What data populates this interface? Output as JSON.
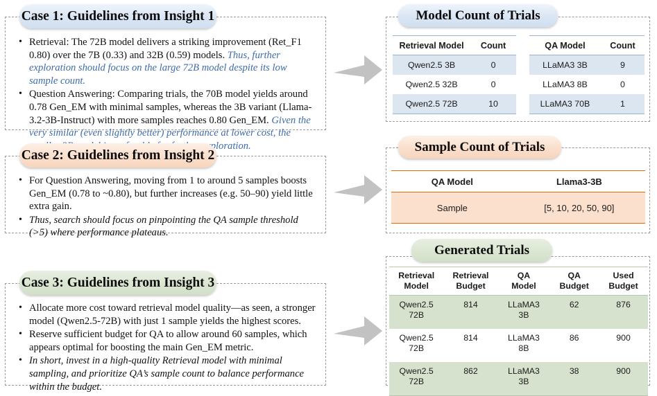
{
  "cases": [
    {
      "title": "Case 1: Guidelines from Insight 1",
      "bullets": [
        {
          "lead": "Retrieval: The 72B model delivers a striking improvement (Ret_F1 0.80) over the 7B (0.33) and 32B (0.59) models. ",
          "emph": "Thus, further exploration should focus on the large 72B model despite its low sample count."
        },
        {
          "lead": "Question Answering: Comparing trials, the 70B model yields around 0.78 Gen_EM with minimal samples, whereas the 3B variant (Llama-3.2-3B-Instruct) with more samples reaches 0.80 Gen_EM. ",
          "emph": "Given the very similar (even slightly better) performance at lower cost, the smaller 3B model is preferable for further exploration."
        }
      ]
    },
    {
      "title": "Case 2: Guidelines from Insight 2",
      "bullets": [
        {
          "lead": "For Question Answering, moving from 1 to around 5 samples boosts Gen_EM (0.78 to ~0.80), but further increases (e.g. 50–90) yield little extra gain.",
          "emph": ""
        },
        {
          "lead": "",
          "emph": "Thus, search should focus on pinpointing the QA sample threshold (>5) where performance plateaus."
        }
      ]
    },
    {
      "title": "Case 3: Guidelines from Insight 3",
      "bullets": [
        {
          "lead": "Allocate more cost toward retrieval model quality—as seen, a stronger model (Qwen2.5-72B) with just 1 sample yields the highest scores.",
          "emph": ""
        },
        {
          "lead": "Reserve sufficient budget for QA to allow around 60 samples, which appears optimal for boosting the main Gen_EM metric.",
          "emph": ""
        },
        {
          "lead": "",
          "emph": "In short, invest in a high-quality Retrieval model with minimal sampling, and prioritize QA’s sample count to balance performance within the budget."
        }
      ]
    }
  ],
  "arrows": [
    {
      "name": "arrow-case1-to-model-count"
    },
    {
      "name": "arrow-case2-to-sample-count"
    },
    {
      "name": "arrow-case3-to-generated-trials"
    }
  ],
  "model_count": {
    "title": "Model Count of Trials",
    "left": {
      "headers": [
        "Retrieval Model",
        "Count"
      ],
      "rows": [
        [
          "Qwen2.5 3B",
          "0"
        ],
        [
          "Qwen2.5 32B",
          "0"
        ],
        [
          "Qwen2.5 72B",
          "10"
        ]
      ]
    },
    "right": {
      "headers": [
        "QA Model",
        "Count"
      ],
      "rows": [
        [
          "LLaMA3 3B",
          "9"
        ],
        [
          "LLaMA3 8B",
          "0"
        ],
        [
          "LLaMA3 70B",
          "1"
        ]
      ]
    }
  },
  "sample_count": {
    "title": "Sample Count of Trials",
    "headers": [
      "QA Model",
      "Llama3-3B"
    ],
    "rows": [
      [
        "Sample",
        "[5, 10, 20, 50, 90]"
      ]
    ]
  },
  "generated_trials": {
    "title": "Generated Trials",
    "headers": [
      {
        "l1": "Retrieval",
        "l2": "Model"
      },
      {
        "l1": "Retrieval",
        "l2": "Budget"
      },
      {
        "l1": "QA",
        "l2": "Model"
      },
      {
        "l1": "QA",
        "l2": "Budget"
      },
      {
        "l1": "Used",
        "l2": "Budget"
      }
    ],
    "rows": [
      {
        "ret_l1": "Qwen2.5",
        "ret_l2": "72B",
        "ret_budget": "814",
        "qa_l1": "LLaMA3",
        "qa_l2": "3B",
        "qa_budget": "62",
        "used_budget": "876"
      },
      {
        "ret_l1": "Qwen2.5",
        "ret_l2": "72B",
        "ret_budget": "814",
        "qa_l1": "LLaMA3",
        "qa_l2": "8B",
        "qa_budget": "86",
        "used_budget": "900"
      },
      {
        "ret_l1": "Qwen2.5",
        "ret_l2": "72B",
        "ret_budget": "862",
        "qa_l1": "LLaMA3",
        "qa_l2": "3B",
        "qa_budget": "38",
        "used_budget": "900"
      }
    ]
  },
  "colors": {
    "blue_accent": "#95b3d7",
    "blue_shade": "#dce6f1",
    "orange_accent": "#e36c0a",
    "peach_shade": "#fbe0ce",
    "green_accent": "#b7c7ad",
    "green_shade": "#d7e2ce",
    "arrow_gray": "#c2c2c2",
    "italic_blue": "#3d6cab",
    "italic_orange": "#c0552a",
    "italic_green": "#3f6b42"
  }
}
